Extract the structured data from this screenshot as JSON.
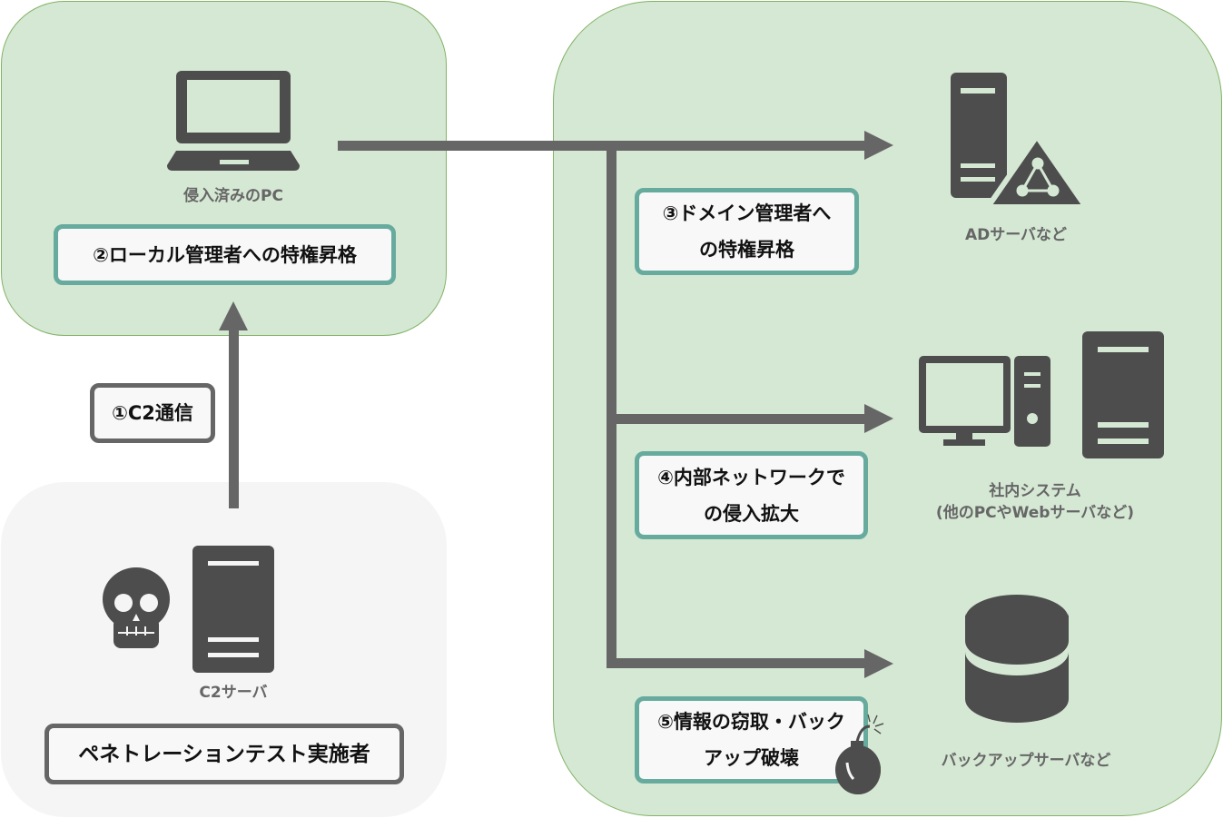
{
  "diagram": {
    "compromised_pc": {
      "label": "侵入済みのPC",
      "icon": "laptop-icon"
    },
    "step2": "②ローカル管理者への特権昇格",
    "step1": "①C2通信",
    "c2_server": {
      "label": "C2サーバ",
      "icons": [
        "skull-icon",
        "server-icon"
      ]
    },
    "pentester": "ペネトレーションテスト実施者",
    "step3": [
      "③ドメイン管理者へ",
      "の特権昇格"
    ],
    "ad_server": {
      "label": "ADサーバなど",
      "icon": "ad-server-icon"
    },
    "step4": [
      "④内部ネットワークで",
      "の侵入拡大"
    ],
    "internal_systems": {
      "label_line1": "社内システム",
      "label_line2": "(他のPCやWebサーバなど)",
      "icons": [
        "desktop-icon",
        "server-icon"
      ]
    },
    "step5": [
      "⑤情報の窃取・バック",
      "アップ破壊"
    ],
    "backup_server": {
      "label": "バックアップサーバなど",
      "icon": "database-icon"
    },
    "colors": {
      "green_panel": "#d5e8d4",
      "green_border": "#82b366",
      "gray_panel": "#f5f5f5",
      "teal": "#67ab9f",
      "arrow": "#666666",
      "icon": "#4d4d4d"
    }
  }
}
